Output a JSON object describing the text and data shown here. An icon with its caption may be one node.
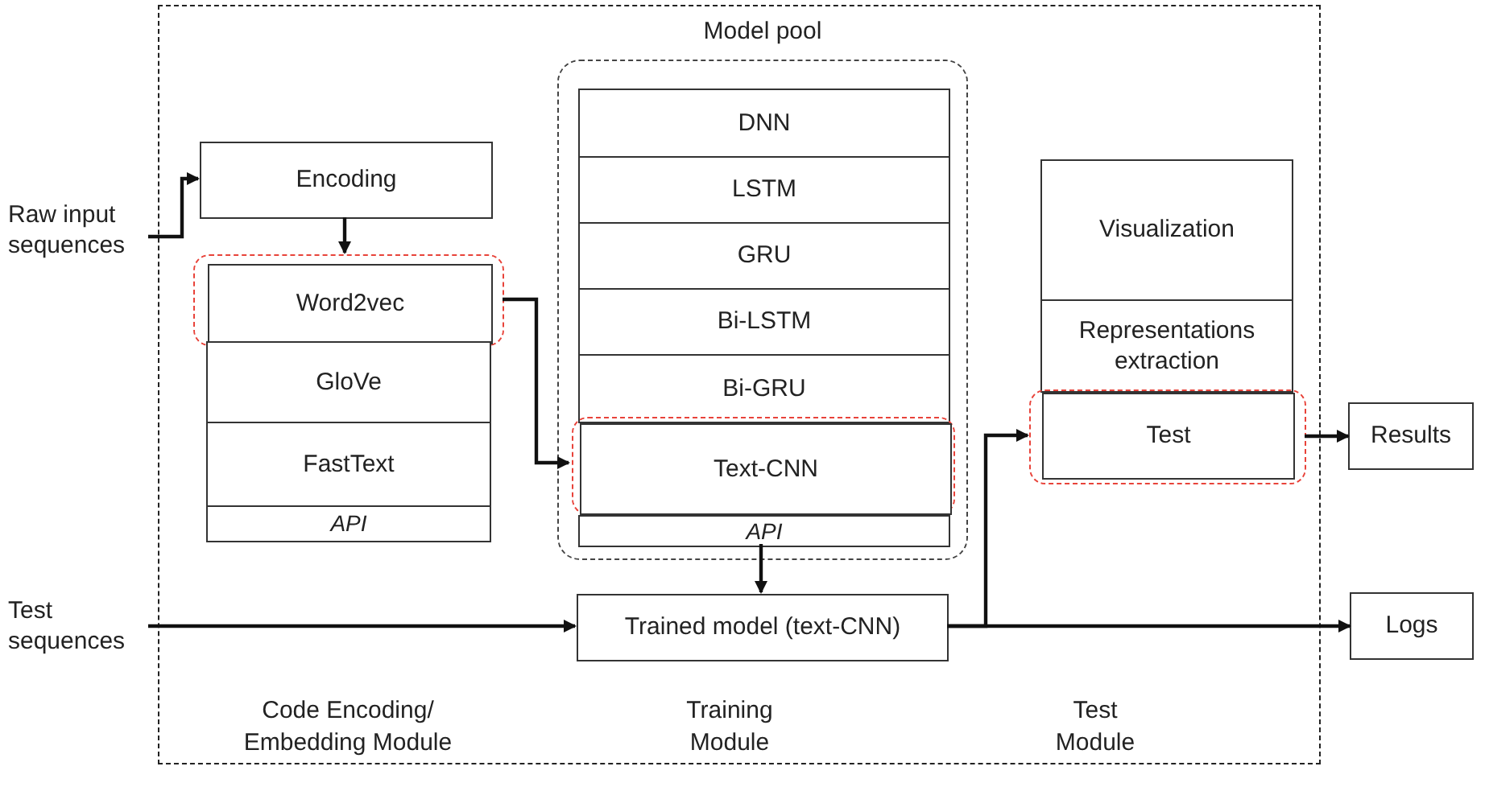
{
  "diagram": {
    "nodes": [
      {
        "text": [],
        "shape": "box"
      },
      {
        "text": [
          "Raw input sequences"
        ]
      },
      {
        "text": [
          "Encoding"
        ],
        "in": 0
      },
      {
        "text": [],
        "shape": "box",
        "in": 0
      },
      {
        "text": [
          "Word2vec"
        ],
        "in": 3
      },
      {
        "text": [
          "GloVe"
        ],
        "in": 0
      },
      {
        "text": [
          "FastText"
        ],
        "in": 0
      },
      {
        "text": [
          "API"
        ],
        "in": 0
      },
      {
        "text": [
          "Model pool"
        ],
        "in": 0
      },
      {
        "text": [
          "DNN"
        ],
        "in": 8
      },
      {
        "text": [
          "LSTM"
        ],
        "in": 8
      },
      {
        "text": [
          "GRU"
        ],
        "in": 8
      },
      {
        "text": [
          "Bi-LSTM"
        ],
        "in": 8
      },
      {
        "text": [
          "Bi-GRU"
        ],
        "in": 8
      },
      {
        "text": [],
        "shape": "box",
        "in": 8
      },
      {
        "text": [
          "Text-CNN"
        ],
        "in": 14
      },
      {
        "text": [
          "API"
        ],
        "in": 8
      },
      {
        "text": [
          "Trained model (text-CNN)"
        ],
        "in": 0
      },
      {
        "text": [
          "Test sequences"
        ]
      },
      {
        "text": [
          "Visualization"
        ],
        "in": 0
      },
      {
        "text": [
          "Representations extraction"
        ],
        "in": 0
      },
      {
        "text": [],
        "shape": "box",
        "in": 0
      },
      {
        "text": [
          "Test"
        ],
        "in": 21
      },
      {
        "text": [
          "Results"
        ]
      },
      {
        "text": [
          "Logs"
        ]
      }
    ],
    "edges": [
      {
        "from": 1,
        "to": 2,
        "arrow": "to"
      },
      {
        "from": 2,
        "to": 3,
        "arrow": "to"
      },
      {
        "from": 3,
        "to": 14,
        "arrow": "to"
      },
      {
        "from": 16,
        "to": 17,
        "arrow": "to"
      },
      {
        "from": 18,
        "to": 17,
        "arrow": "to"
      },
      {
        "from": 17,
        "to": 21,
        "arrow": "to"
      },
      {
        "from": 17,
        "to": 24,
        "arrow": "to"
      },
      {
        "from": 21,
        "to": 23,
        "arrow": "to"
      }
    ],
    "labels": [
      "Code Encoding/ Embedding Module",
      "Training Module",
      "Test Module"
    ]
  }
}
